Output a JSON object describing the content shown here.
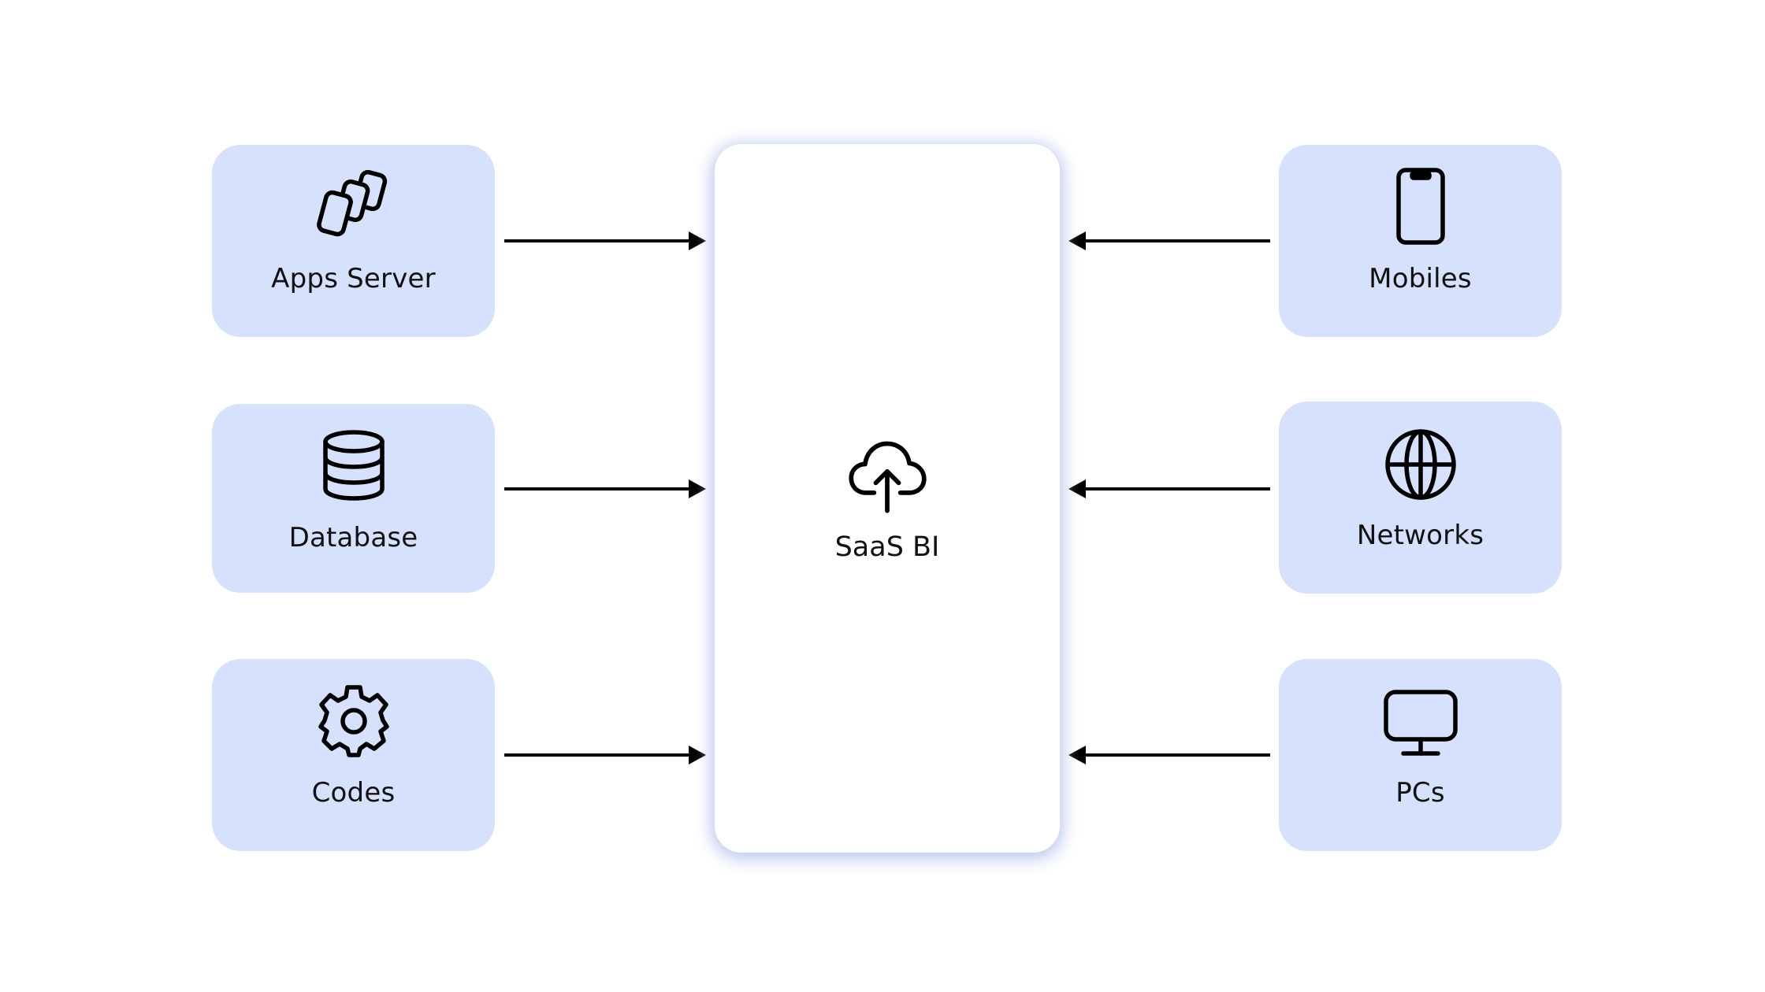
{
  "colors": {
    "box_fill": "#d6e2fd",
    "hub_fill": "#ffffff",
    "hub_shadow": "#b9c6ee",
    "arrow": "#000000",
    "text": "#111111"
  },
  "hub": {
    "label": "SaaS BI",
    "icon": "cloud-upload-icon"
  },
  "sources_left": [
    {
      "label": "Apps Server",
      "icon": "stacked-servers-icon"
    },
    {
      "label": "Database",
      "icon": "database-icon"
    },
    {
      "label": "Codes",
      "icon": "gear-icon"
    }
  ],
  "sources_right": [
    {
      "label": "Mobiles",
      "icon": "smartphone-icon"
    },
    {
      "label": "Networks",
      "icon": "globe-icon"
    },
    {
      "label": "PCs",
      "icon": "monitor-icon"
    }
  ],
  "connections": [
    {
      "from": "Apps Server",
      "to": "SaaS BI"
    },
    {
      "from": "Database",
      "to": "SaaS BI"
    },
    {
      "from": "Codes",
      "to": "SaaS BI"
    },
    {
      "from": "Mobiles",
      "to": "SaaS BI"
    },
    {
      "from": "Networks",
      "to": "SaaS BI"
    },
    {
      "from": "PCs",
      "to": "SaaS BI"
    }
  ]
}
